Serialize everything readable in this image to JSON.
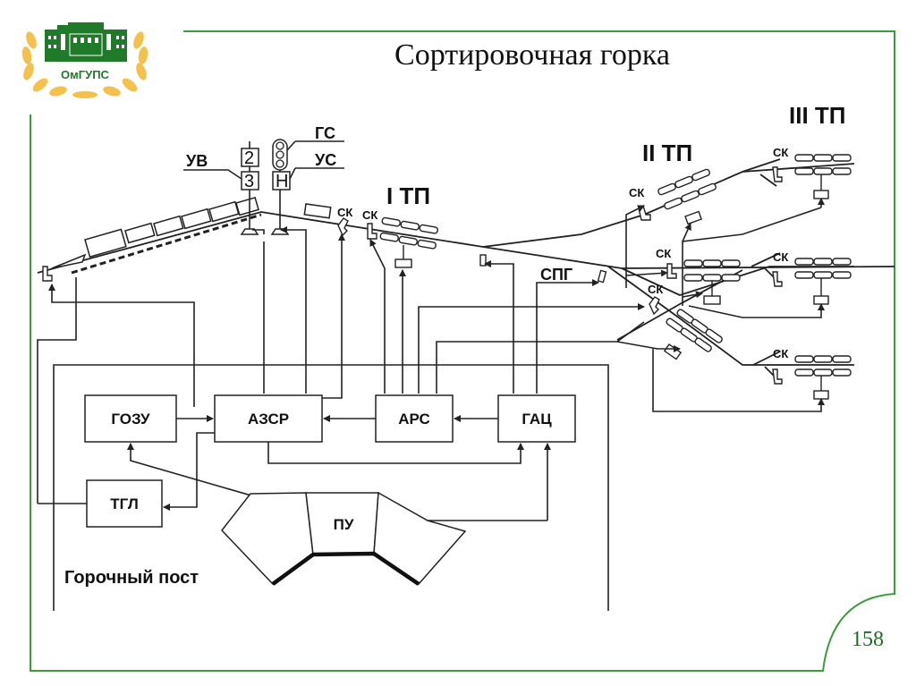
{
  "slide": {
    "title": "Сортировочная горка",
    "page_number": "158",
    "logo_text": "ОмГУПС",
    "colors": {
      "frame": "#3c9b3c",
      "logo_green": "#1f7a2a",
      "wreath": "#f2c14e",
      "ink": "#222222"
    }
  },
  "diagram": {
    "zones": {
      "tp1": "I ТП",
      "tp2": "II ТП",
      "tp3": "III ТП"
    },
    "signals": {
      "uv": "УВ",
      "gs": "ГС",
      "us": "УС",
      "uv_digit_top": "2",
      "uv_digit_bottom": "3",
      "us_letter": "Н"
    },
    "sk_label": "СК",
    "spg_label": "СПГ",
    "blocks": {
      "gozu": "ГОЗУ",
      "azsr": "АЗСР",
      "ars": "АРС",
      "gac": "ГАЦ",
      "tgl": "ТГЛ",
      "pu": "ПУ"
    },
    "post_label": "Горочный пост"
  }
}
